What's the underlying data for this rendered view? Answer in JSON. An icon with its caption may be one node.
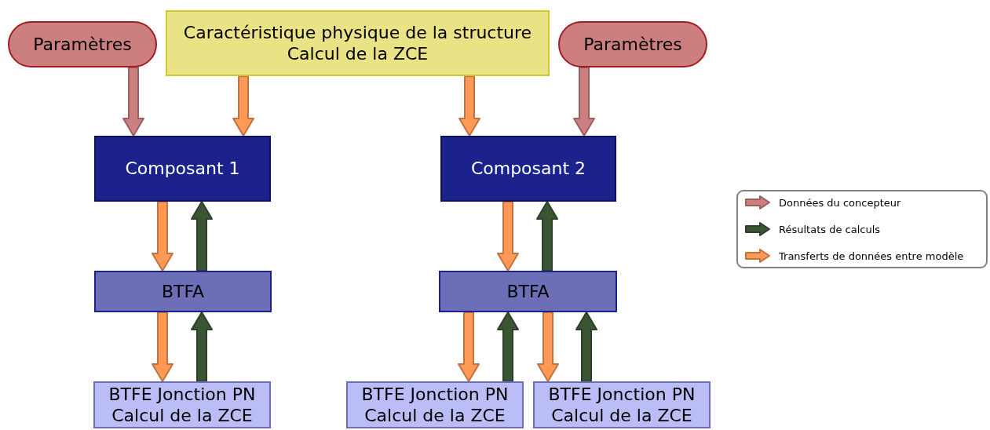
{
  "diagram": {
    "nodes": [
      {
        "text": [
          "Paramètres"
        ]
      },
      {
        "text": [
          "Caractéristique physique de la structure",
          "Calcul de la ZCE"
        ]
      },
      {
        "text": [
          "Paramètres"
        ]
      },
      {
        "text": [
          "Composant 1"
        ]
      },
      {
        "text": [
          "Composant 2"
        ]
      },
      {
        "text": [
          "BTFA"
        ]
      },
      {
        "text": [
          "BTFA"
        ]
      },
      {
        "text": [
          "BTFE Jonction PN",
          "Calcul de la ZCE"
        ]
      },
      {
        "text": [
          "BTFE Jonction PN",
          "Calcul de la ZCE"
        ]
      },
      {
        "text": [
          "BTFE Jonction PN",
          "Calcul de la ZCE"
        ]
      }
    ],
    "edges": [
      {
        "from": 0,
        "to": 3,
        "arrow": "to",
        "color": "#cd7f7f"
      },
      {
        "from": 1,
        "to": 3,
        "arrow": "to",
        "color": "#ff9955"
      },
      {
        "from": 1,
        "to": 4,
        "arrow": "to",
        "color": "#ff9955"
      },
      {
        "from": 2,
        "to": 4,
        "arrow": "to",
        "color": "#cd7f7f"
      },
      {
        "from": 3,
        "to": 5,
        "arrow": "to",
        "color": "#ff9955"
      },
      {
        "from": 5,
        "to": 3,
        "arrow": "to",
        "color": "#3b5434"
      },
      {
        "from": 4,
        "to": 6,
        "arrow": "to",
        "color": "#ff9955"
      },
      {
        "from": 6,
        "to": 4,
        "arrow": "to",
        "color": "#3b5434"
      },
      {
        "from": 5,
        "to": 7,
        "arrow": "to",
        "color": "#ff9955"
      },
      {
        "from": 7,
        "to": 5,
        "arrow": "to",
        "color": "#3b5434"
      },
      {
        "from": 6,
        "to": 8,
        "arrow": "to",
        "color": "#ff9955"
      },
      {
        "from": 8,
        "to": 6,
        "arrow": "to",
        "color": "#3b5434"
      },
      {
        "from": 6,
        "to": 9,
        "arrow": "to",
        "color": "#ff9955"
      },
      {
        "from": 9,
        "to": 6,
        "arrow": "to",
        "color": "#3b5434"
      }
    ],
    "legend": [
      {
        "text": "Données du concepteur",
        "color": "#cd7f7f"
      },
      {
        "text": "Résultats de calculs",
        "color": "#3b5434"
      },
      {
        "text": "Transferts de données entre modèle",
        "color": "#ff9955"
      }
    ]
  }
}
